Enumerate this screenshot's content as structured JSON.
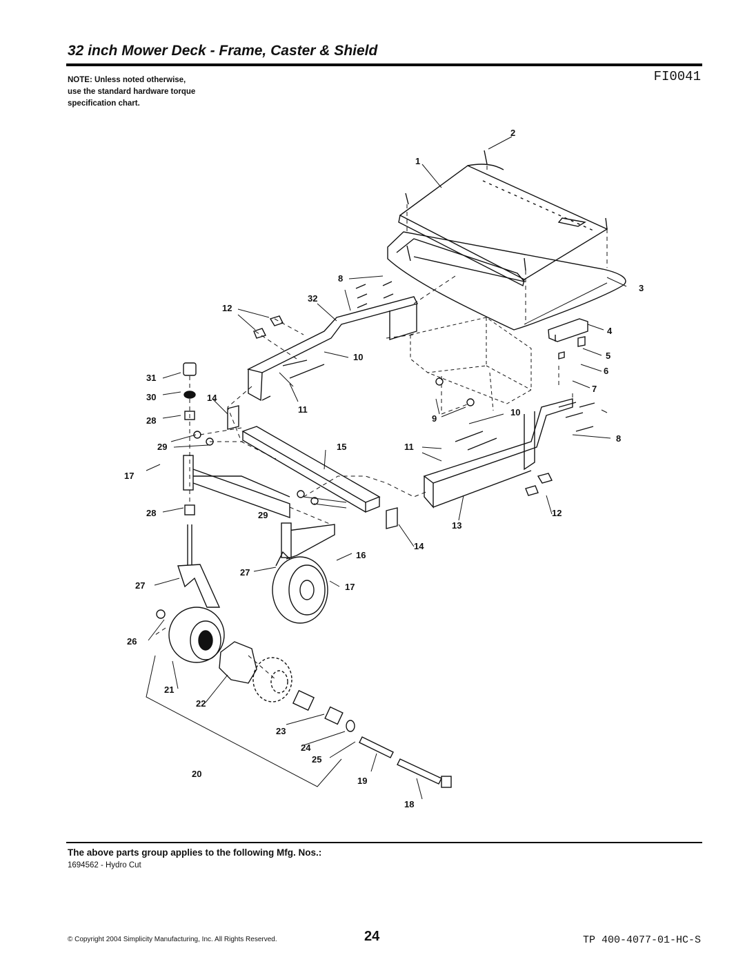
{
  "header": {
    "title": "32 inch Mower Deck - Frame, Caster & Shield",
    "figure_code": "FI0041",
    "note_lines": [
      "NOTE: Unless noted otherwise,",
      "use the standard hardware torque",
      "specification chart."
    ]
  },
  "callouts": {
    "c1": "1",
    "c2": "2",
    "c3": "3",
    "c4": "4",
    "c5": "5",
    "c6": "6",
    "c7": "7",
    "c8a": "8",
    "c8b": "8",
    "c9": "9",
    "c10a": "10",
    "c10b": "10",
    "c11a": "11",
    "c11b": "11",
    "c12a": "12",
    "c12b": "12",
    "c13": "13",
    "c14a": "14",
    "c14b": "14",
    "c15": "15",
    "c16": "16",
    "c17a": "17",
    "c17b": "17",
    "c18": "18",
    "c19": "19",
    "c20": "20",
    "c21": "21",
    "c22": "22",
    "c23": "23",
    "c24": "24",
    "c25": "25",
    "c26": "26",
    "c27a": "27",
    "c27b": "27",
    "c28a": "28",
    "c28b": "28",
    "c29a": "29",
    "c29b": "29",
    "c30": "30",
    "c31": "31",
    "c32": "32"
  },
  "footer": {
    "applies_heading": "The above parts group applies to the following Mfg. Nos.:",
    "mfg_number": "1694562 - Hydro Cut",
    "copyright": "© Copyright 2004 Simplicity Manufacturing, Inc. All Rights Reserved.",
    "page_number": "24",
    "doc_code": "TP 400-4077-01-HC-S"
  }
}
